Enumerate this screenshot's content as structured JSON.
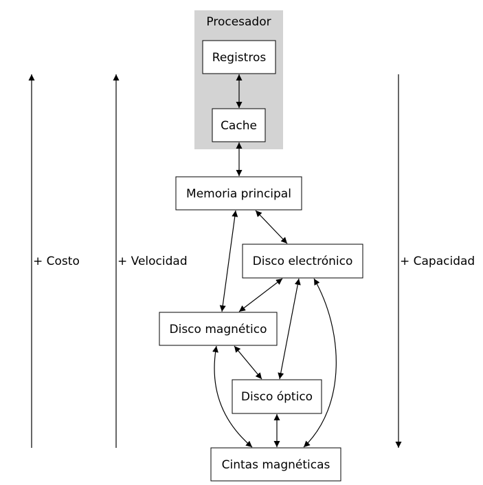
{
  "group": {
    "title": "Procesador"
  },
  "nodes": {
    "registros": "Registros",
    "cache": "Cache",
    "memoria": "Memoria principal",
    "disco_electronico": "Disco electrónico",
    "disco_magnetico": "Disco magnético",
    "disco_optico": "Disco óptico",
    "cintas": "Cintas magnéticas"
  },
  "axes": {
    "costo": "+ Costo",
    "velocidad": "+ Velocidad",
    "capacidad": "+ Capacidad"
  }
}
